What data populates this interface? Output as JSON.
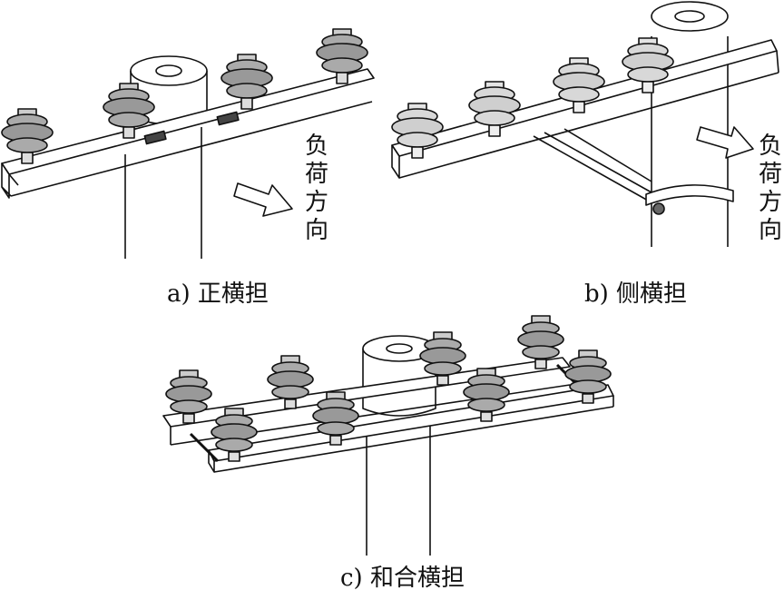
{
  "figure": {
    "panel_a": {
      "caption": "a) 正横担",
      "load_direction_label": [
        "负",
        "荷",
        "方",
        "向"
      ]
    },
    "panel_b": {
      "caption": "b) 侧横担",
      "load_direction_label": [
        "负",
        "荷",
        "方",
        "向"
      ]
    },
    "panel_c": {
      "caption": "c) 和合横担"
    }
  },
  "colors": {
    "ink": "#111111",
    "insulator": "#b5b5b5",
    "insulator_light": "#d6d6d6",
    "background": "#ffffff"
  }
}
